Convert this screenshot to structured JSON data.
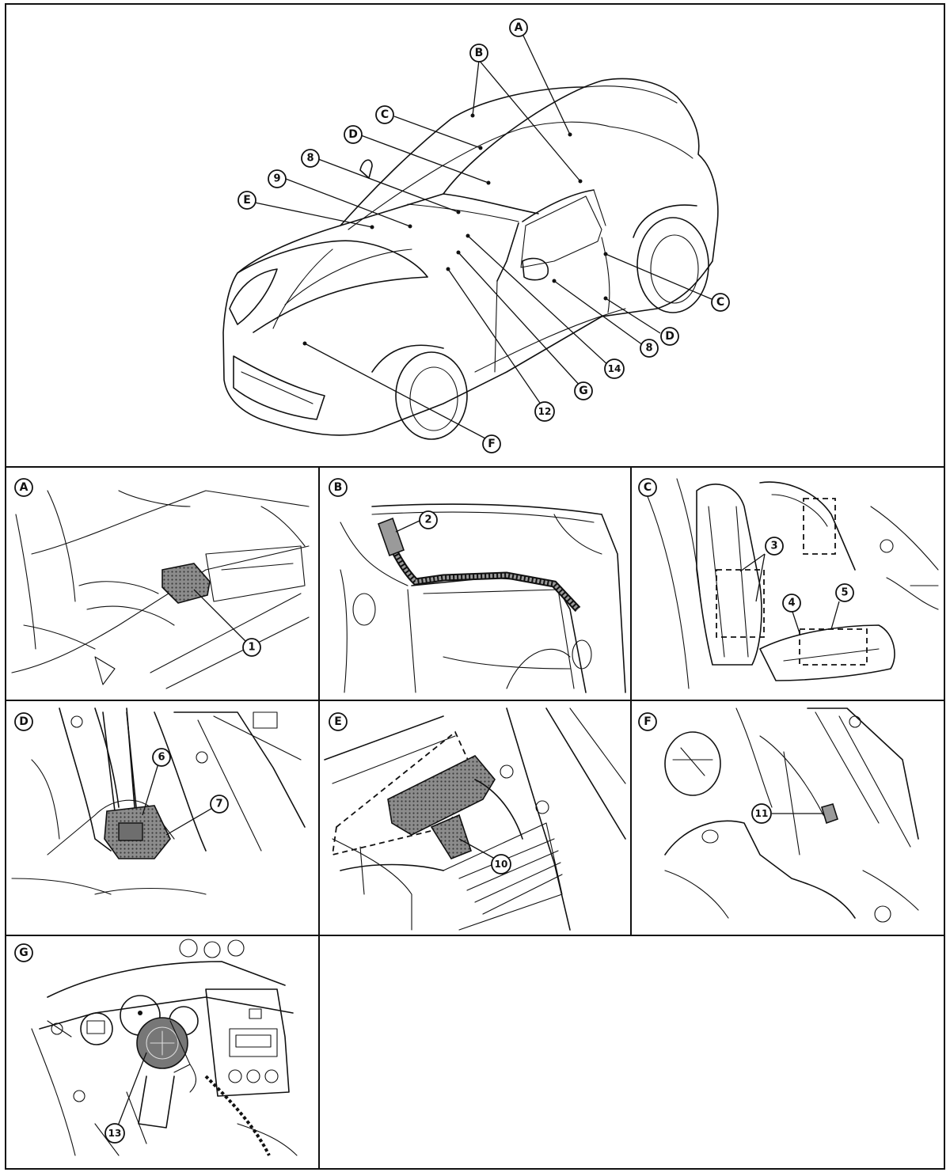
{
  "colors": {
    "line": "#111111",
    "component_fill": "#9a9a9a",
    "background": "#ffffff"
  },
  "overview_callouts": {
    "A": "A",
    "B": "B",
    "C_left": "C",
    "D_left": "D",
    "n8_top": "8",
    "n9": "9",
    "E": "E",
    "C_right": "C",
    "D_right": "D",
    "n8_right": "8",
    "n14": "14",
    "G": "G",
    "n12": "12",
    "F": "F"
  },
  "panels": [
    {
      "letter": "A",
      "parts": [
        "1"
      ]
    },
    {
      "letter": "B",
      "parts": [
        "2"
      ]
    },
    {
      "letter": "C",
      "parts": [
        "3",
        "4",
        "5"
      ]
    },
    {
      "letter": "D",
      "parts": [
        "6",
        "7"
      ]
    },
    {
      "letter": "E",
      "parts": [
        "10"
      ]
    },
    {
      "letter": "F",
      "parts": [
        "11"
      ]
    },
    {
      "letter": "G",
      "parts": [
        "13"
      ]
    }
  ]
}
